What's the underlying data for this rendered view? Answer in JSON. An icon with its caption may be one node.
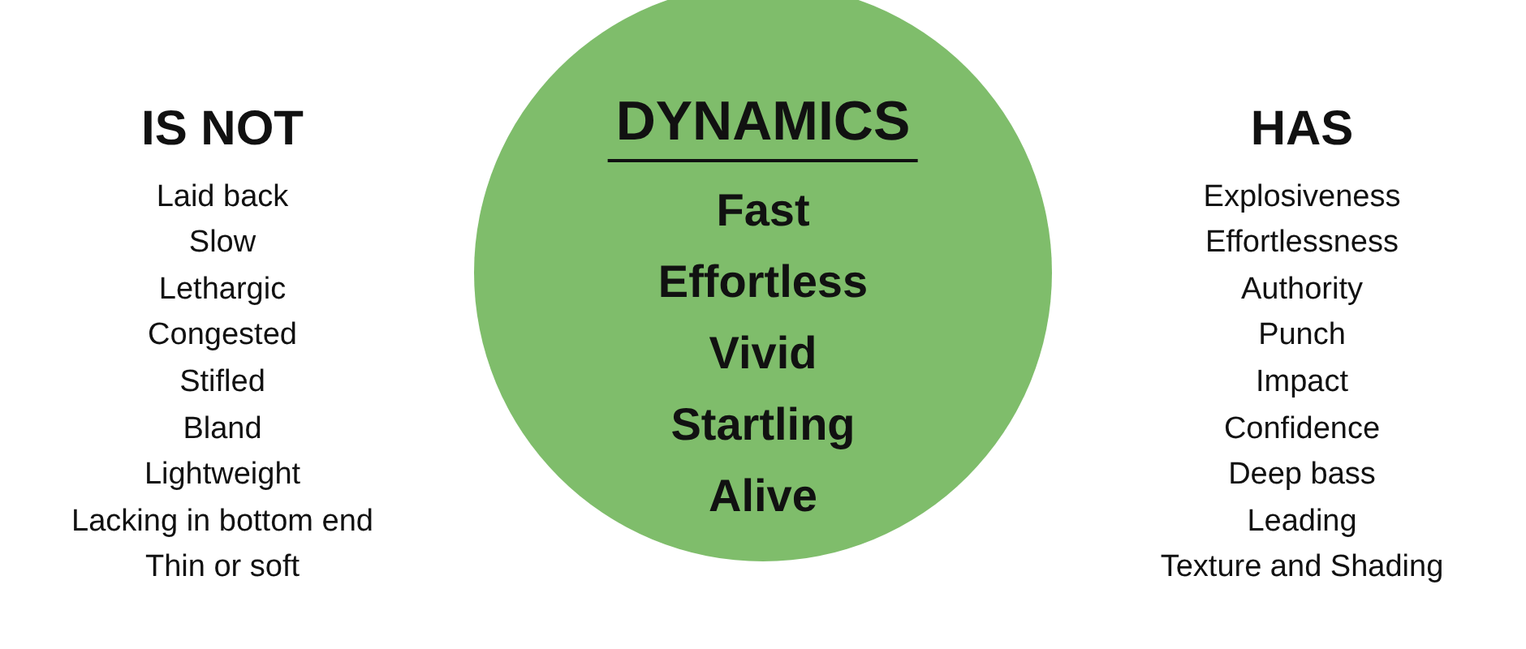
{
  "diagram": {
    "nodes": [
      {
        "text": [
          "DYNAMICS",
          "Fast",
          "Effortless",
          "Vivid",
          "Startling",
          "Alive"
        ]
      }
    ],
    "labels": [
      "IS NOT",
      "Laid back",
      "Slow",
      "Lethargic",
      "Congested",
      "Stifled",
      "Bland",
      "Lightweight",
      "Lacking in bottom end",
      "Thin or soft",
      "HAS",
      "Explosiveness",
      "Effortlessness",
      "Authority",
      "Punch",
      "Impact",
      "Confidence",
      "Deep bass",
      "Leading",
      "Texture and Shading"
    ]
  }
}
